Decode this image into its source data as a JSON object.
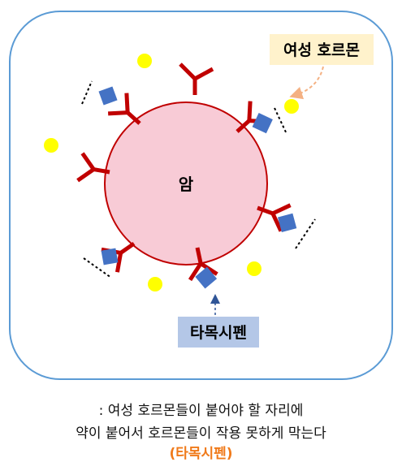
{
  "labels": {
    "cancer": "암",
    "female_hormone": "여성 호르몬",
    "tamoxifen": "타목시펜"
  },
  "caption": {
    "line1": ": 여성 호르몬들이 붙어야 할 자리에",
    "line2": "약이 붙어서 호르몬들이 작용 못하게 막는다",
    "line3": "(타목시펜)"
  },
  "colors": {
    "frame_border": "#5b9bd5",
    "cell_fill": "#f8cbd6",
    "receptor": "#c00000",
    "hormone": "#ffff00",
    "drug": "#4472c4",
    "hormone_label_bg": "#fff2cc",
    "drug_label_bg": "#b4c7e7",
    "caption_accent": "#f07a1a"
  }
}
